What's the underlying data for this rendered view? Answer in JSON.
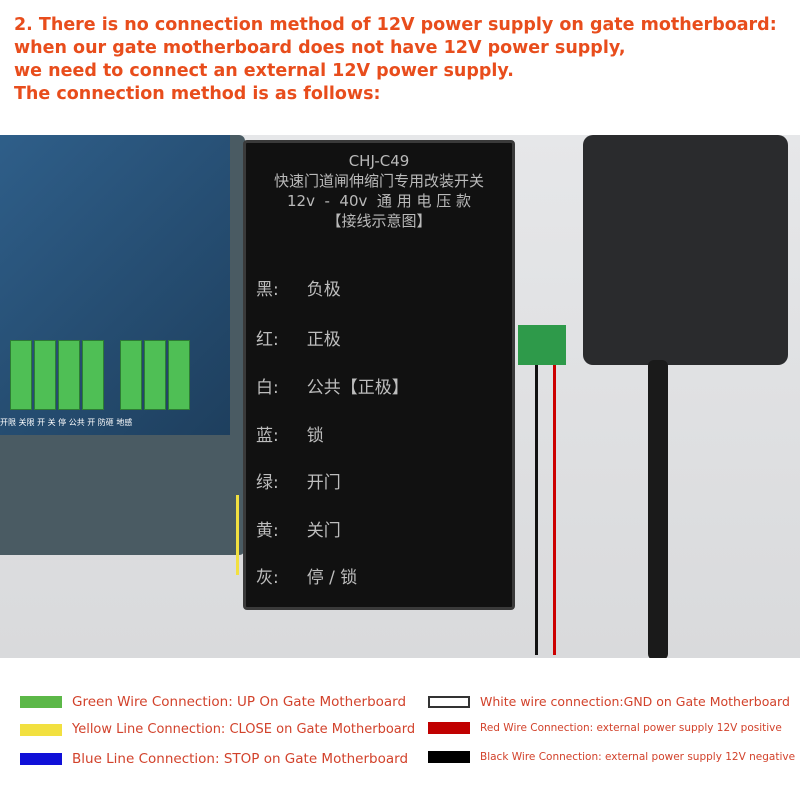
{
  "header": {
    "lines": [
      "2. There is no connection method of 12V power supply on gate motherboard:",
      "when our gate motherboard does not have 12V power supply,",
      "we need to connect an external 12V power supply.",
      "The connection method is as follows:"
    ]
  },
  "device": {
    "model": "CHJ-C49",
    "title": "快速门道闸伸缩门专用改装开关",
    "voltage": "12v  -  40v  通 用 电 压 款",
    "diagram": "【接线示意图】",
    "rows": [
      {
        "color": "黑:",
        "label": "负极"
      },
      {
        "color": "红:",
        "label": "正极"
      },
      {
        "color": "白:",
        "label": "公共【正极】"
      },
      {
        "color": "蓝:",
        "label": "锁"
      },
      {
        "color": "绿:",
        "label": "开门"
      },
      {
        "color": "黄:",
        "label": "关门"
      },
      {
        "color": "灰:",
        "label": "停 / 锁"
      }
    ]
  },
  "board": {
    "terminal_labels": "开限 关限 开 关 停 公共 开 防砸 地感"
  },
  "legend": [
    {
      "color": "#5cb848",
      "text": "Green Wire Connection: UP On Gate Motherboard"
    },
    {
      "color": "#f2e040",
      "text": "Yellow Line Connection: CLOSE on Gate Motherboard"
    },
    {
      "color": "#1010d8",
      "text": "Blue Line Connection: STOP on Gate Motherboard"
    },
    {
      "color": "#ffffff",
      "text": "White wire connection:GND on Gate Motherboard"
    },
    {
      "color": "#c00000",
      "text": "Red Wire Connection: external power supply 12V positive"
    },
    {
      "color": "#000000",
      "text": "Black Wire Connection: external power supply 12V negative"
    }
  ]
}
